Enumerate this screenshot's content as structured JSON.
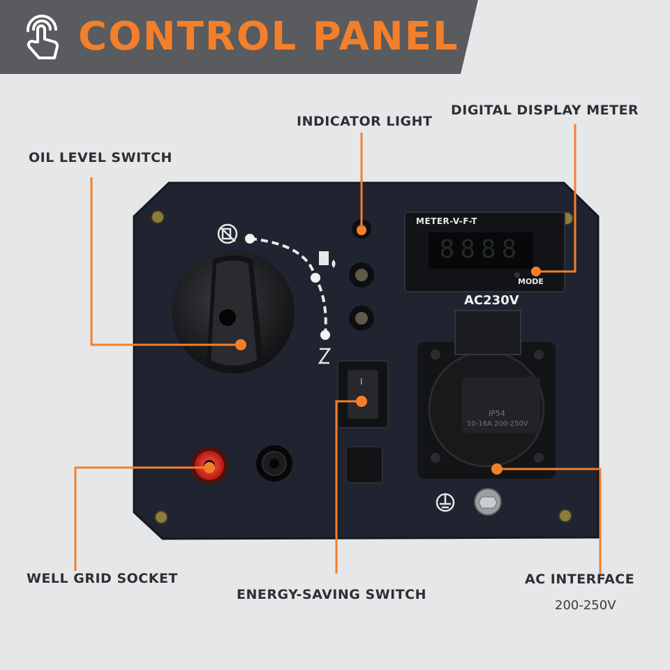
{
  "header": {
    "title": "CONTROL PANEL",
    "icon": "hand-touch-icon",
    "title_color": "#f47f2a",
    "bar_color": "#5a5b5e"
  },
  "callouts": {
    "indicator_light": "INDICATOR LIGHT",
    "digital_display_meter": "DIGITAL DISPLAY METER",
    "oil_level_switch": "OIL LEVEL SWITCH",
    "well_grid_socket": "WELL GRID SOCKET",
    "energy_saving_switch": "ENERGY-SAVING SWITCH",
    "ac_interface": "AC INTERFACE",
    "ac_interface_range": "200-250V"
  },
  "panel_text": {
    "meter_label": "METER-V-F-T",
    "meter_reading": "8888",
    "mode_label": "MODE",
    "socket_voltage": "AC230V",
    "socket_rating_1": "IP54",
    "socket_rating_2": "10-16A 200-250V",
    "rocker_mark": "I"
  },
  "colors": {
    "accent": "#f47f2a",
    "background": "#e6e7e9",
    "panel": "#1f2430"
  }
}
